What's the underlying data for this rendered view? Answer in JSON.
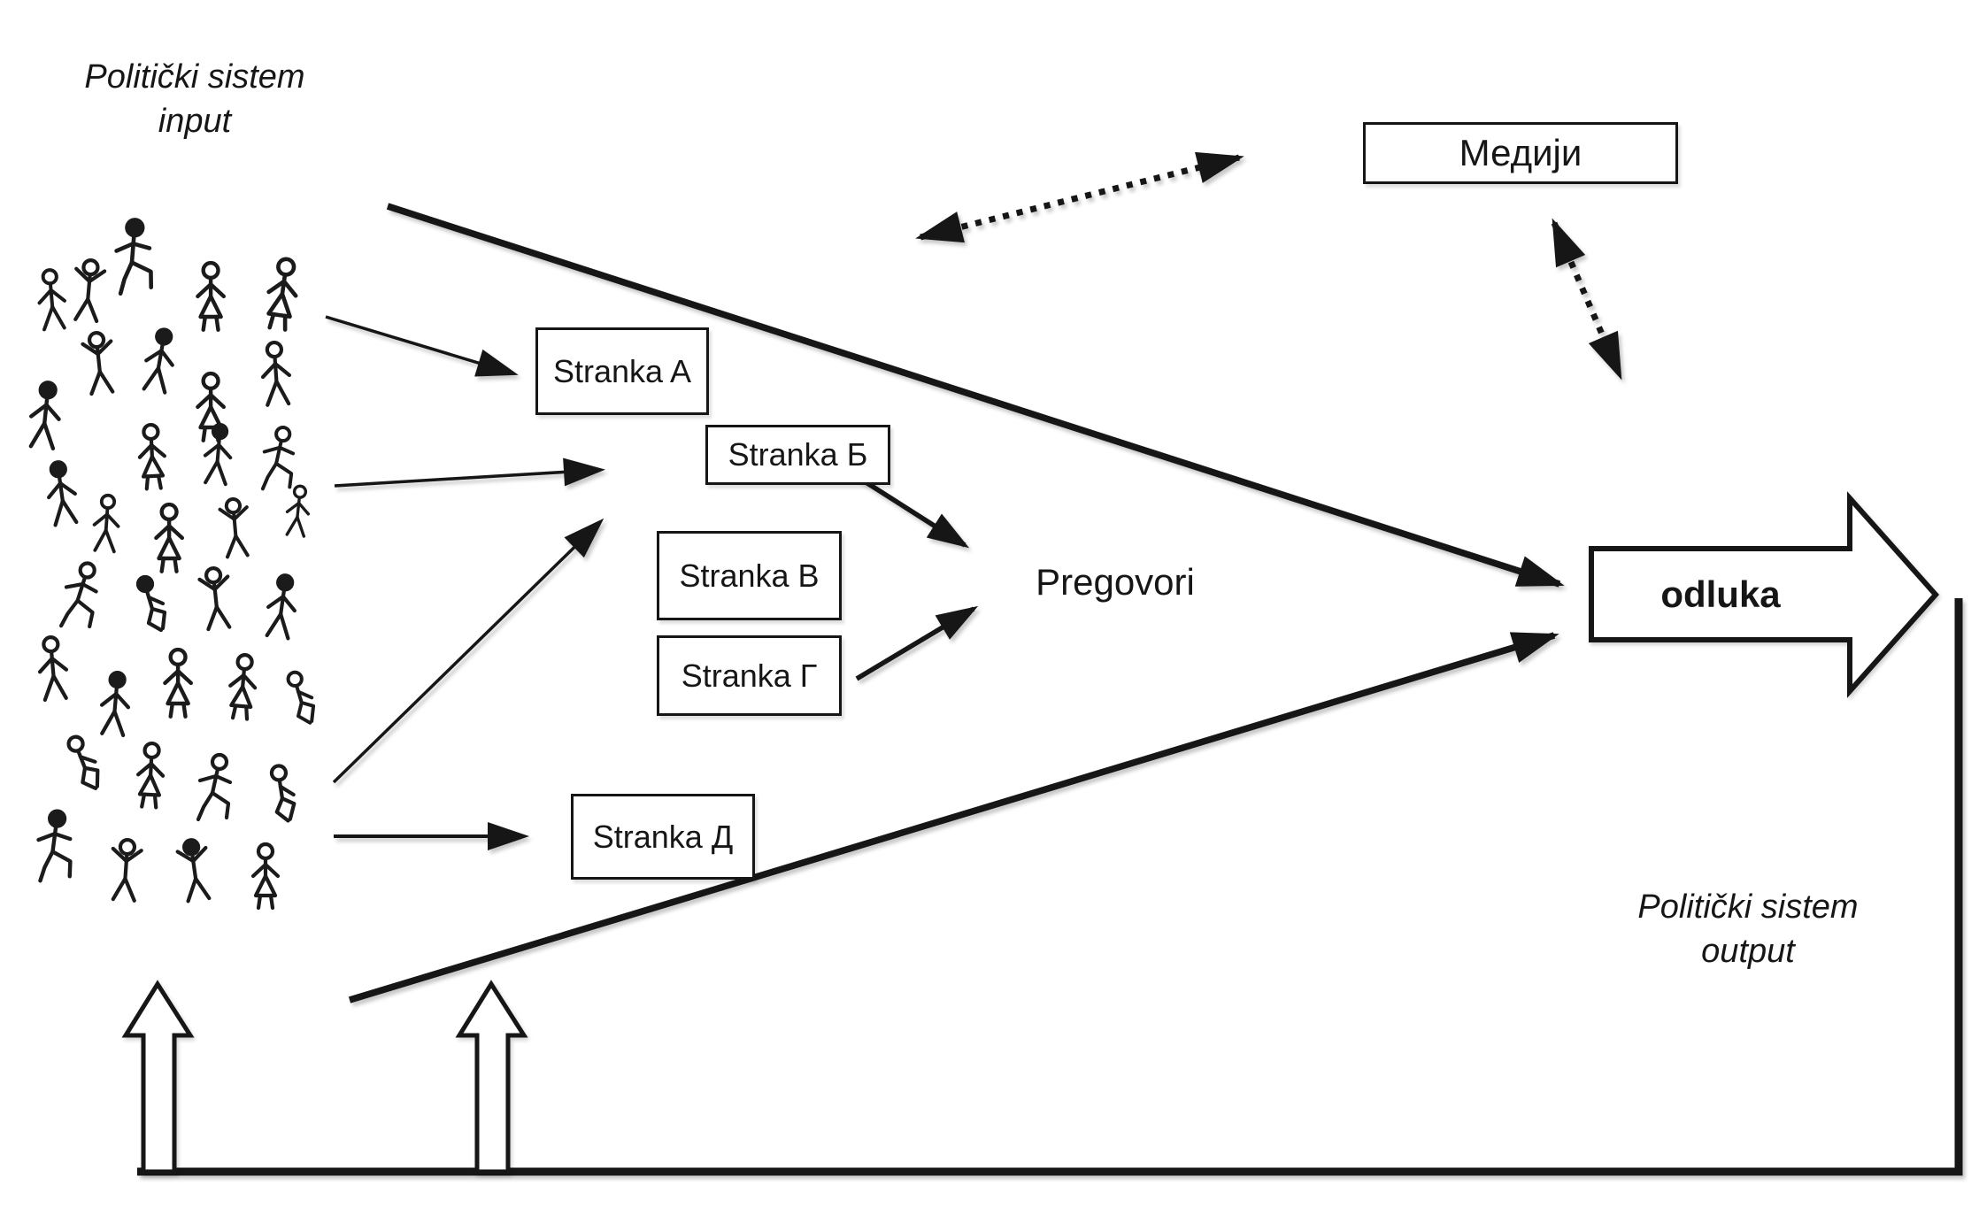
{
  "labels": {
    "input_line1": "Politički sistem",
    "input_line2": "input",
    "output_line1": "Politički sistem",
    "output_line2": "output",
    "media": "Медији",
    "negotiations": "Pregovori",
    "decision": "odluka"
  },
  "parties": [
    {
      "label": "Stranka A"
    },
    {
      "label": "Stranka Б"
    },
    {
      "label": "Stranka В"
    },
    {
      "label": "Stranka Г"
    },
    {
      "label": "Stranka Д"
    }
  ],
  "colors": {
    "ink": "#161616",
    "background": "#ffffff"
  }
}
